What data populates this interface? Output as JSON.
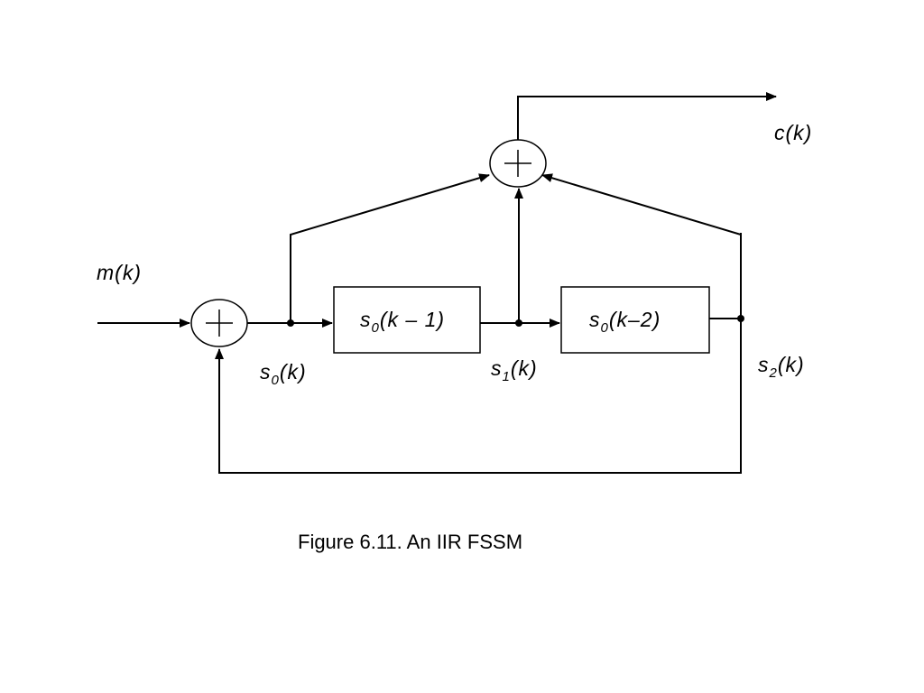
{
  "diagram": {
    "input_label": {
      "main": "m(k)"
    },
    "output_label": {
      "main": "c(k)"
    },
    "state_s0": {
      "base": "s",
      "sub": "0",
      "arg": "(k)"
    },
    "state_s1": {
      "base": "s",
      "sub": "1",
      "arg": "(k)"
    },
    "state_s2": {
      "base": "s",
      "sub": "2",
      "arg": "(k)"
    },
    "delay1": {
      "base": "s",
      "sub": "0",
      "arg": "(k – 1)"
    },
    "delay2": {
      "base": "s",
      "sub": "0",
      "arg": "(k–2)"
    },
    "adder_symbol": "+"
  },
  "caption": "Figure 6.11. An IIR FSSM"
}
